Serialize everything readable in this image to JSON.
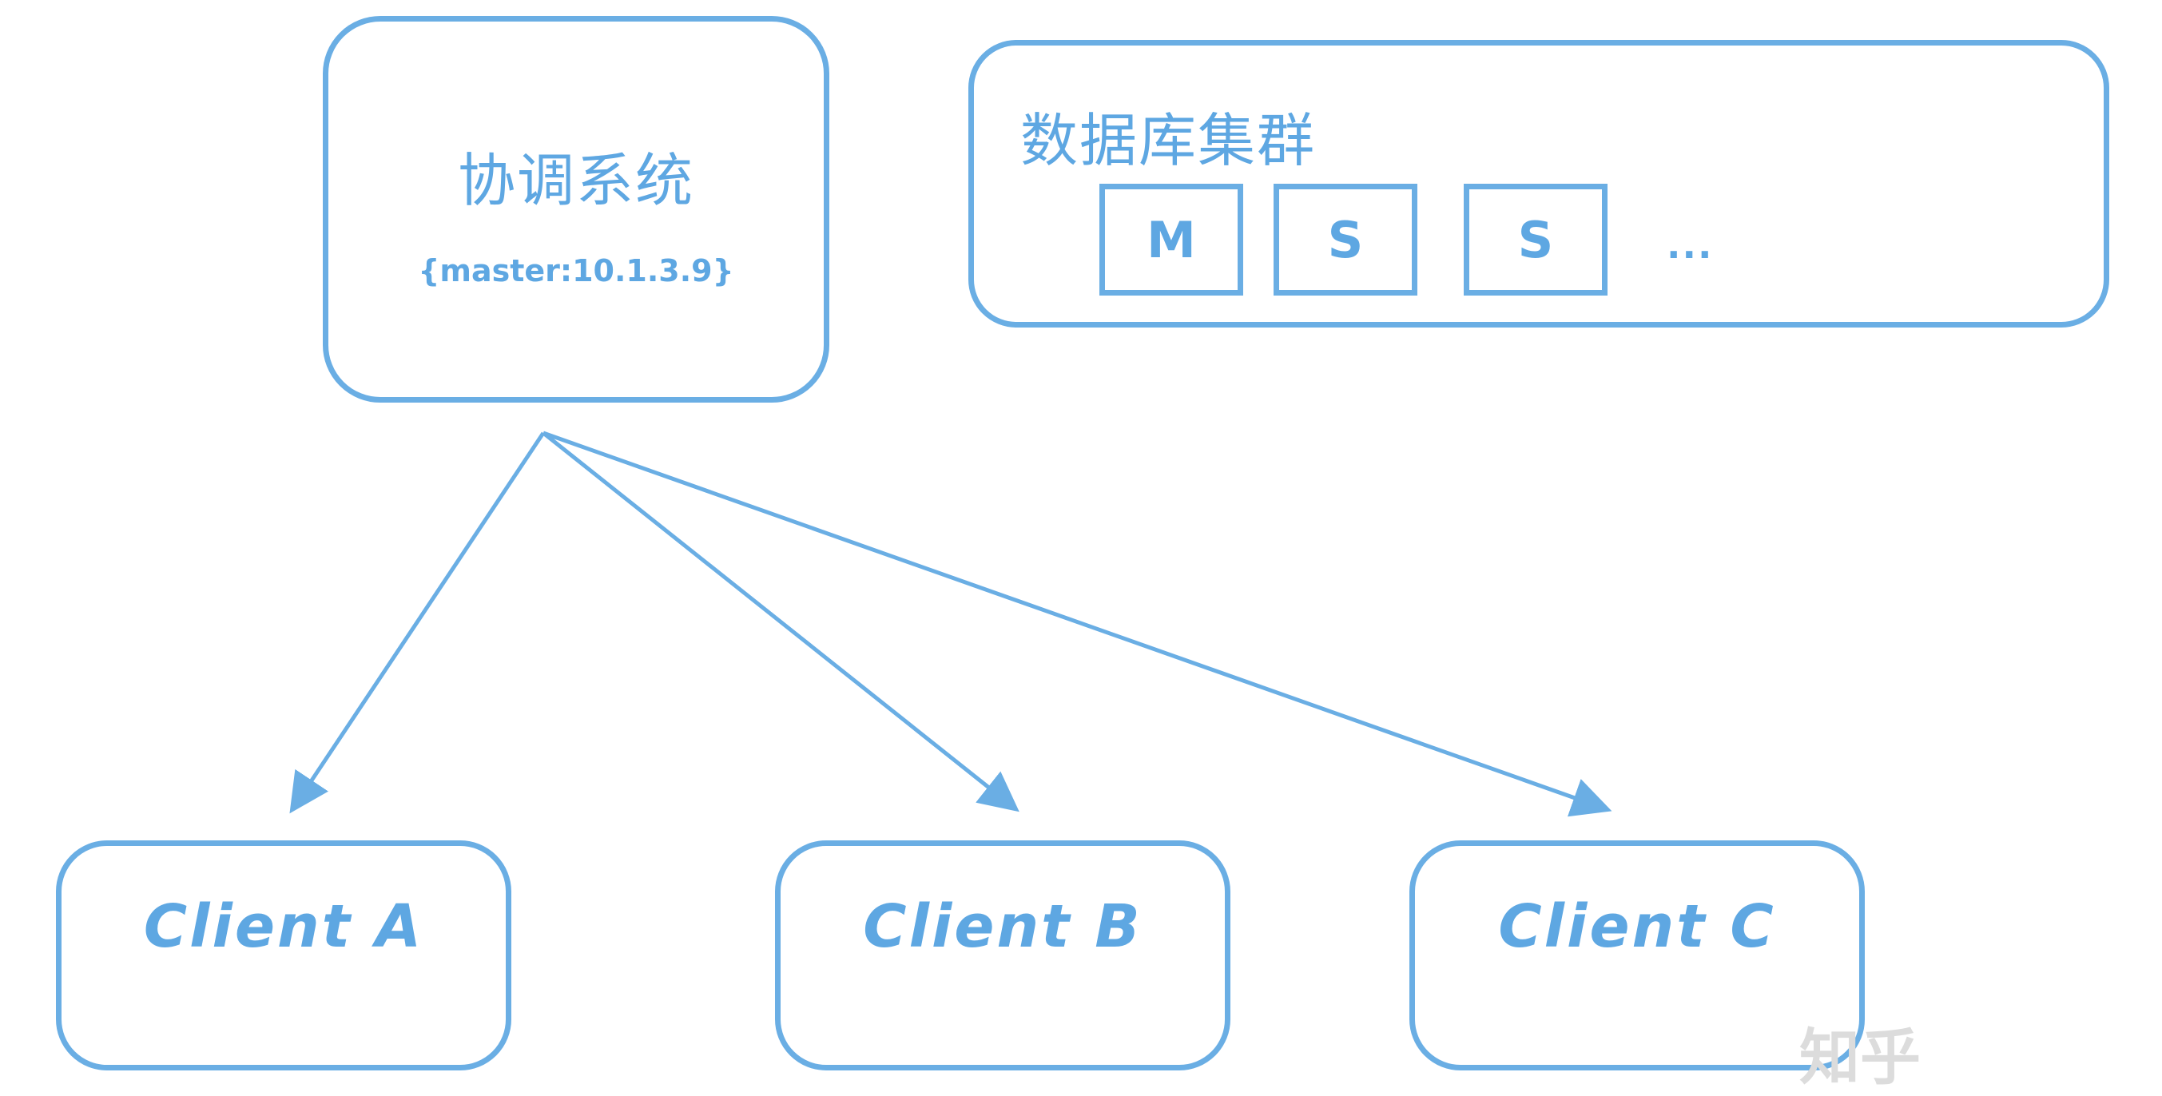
{
  "coordinator": {
    "title": "协调系统",
    "config": "{master:10.1.3.9}"
  },
  "cluster": {
    "title": "数据库集群",
    "nodes": [
      "M",
      "S",
      "S"
    ],
    "ellipsis": "..."
  },
  "clients": [
    "Client A",
    "Client B",
    "Client C"
  ],
  "watermark": "知乎",
  "colors": {
    "stroke": "#6aaee4",
    "text": "#5ea7e2"
  }
}
